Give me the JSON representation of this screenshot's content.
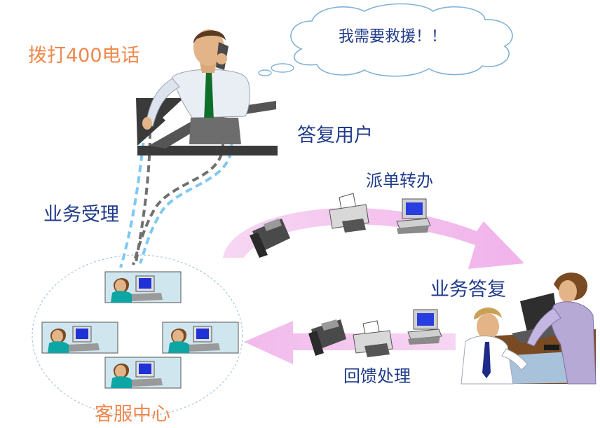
{
  "labels": {
    "dial": "拨打400电话",
    "speech": "我需要救援！！",
    "reply_user": "答复用户",
    "dispatch": "派单转办",
    "accept": "业务受理",
    "biz_reply": "业务答复",
    "feedback": "回馈处理",
    "center": "客服中心"
  },
  "icons": {
    "caller": "phone-caller-icon",
    "agent": "call-agent-icon",
    "fax": "fax-machine-icon",
    "printer": "printer-icon",
    "computer": "computer-icon",
    "team": "business-team-icon"
  },
  "colors": {
    "label_blue": "#1f3a8a",
    "label_orange": "#f0884c",
    "cloud_stroke": "#7fb2d6",
    "arrow_pink": "#f3b7ee",
    "dash_blue": "#7ec8f2",
    "dash_gray": "#707070",
    "circle_stroke": "#a8c8de"
  }
}
